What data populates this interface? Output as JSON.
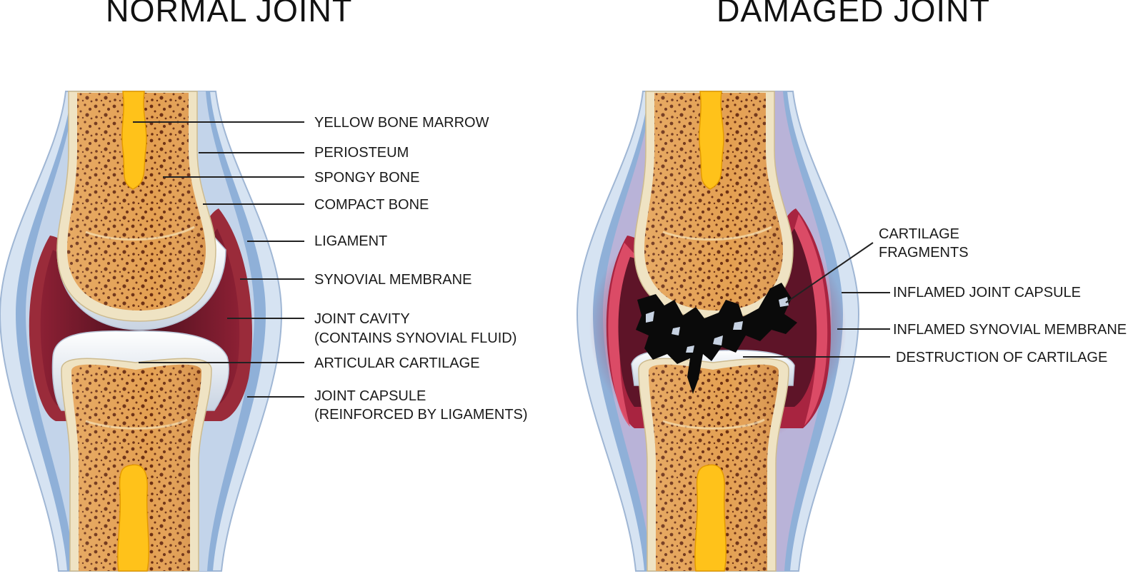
{
  "titles": {
    "normal": "NORMAL JOINT",
    "damaged": "DAMAGED JOINT"
  },
  "normal_labels": {
    "yellow_bone_marrow": "YELLOW BONE MARROW",
    "periosteum": "PERIOSTEUM",
    "spongy_bone": "SPONGY BONE",
    "compact_bone": "COMPACT BONE",
    "ligament": "LIGAMENT",
    "synovial_membrane": "SYNOVIAL MEMBRANE",
    "joint_cavity": "JOINT CAVITY",
    "joint_cavity_note": "(CONTAINS SYNOVIAL FLUID)",
    "articular_cartilage": "ARTICULAR CARTILAGE",
    "joint_capsule": "JOINT CAPSULE",
    "joint_capsule_note": "(REINFORCED BY LIGAMENTS)"
  },
  "damaged_labels": {
    "cartilage": "CARTILAGE",
    "fragments": "FRAGMENTS",
    "inflamed_joint_capsule": "INFLAMED JOINT CAPSULE",
    "inflamed_synovial_membrane": "INFLAMED SYNOVIAL MEMBRANE",
    "destruction_of_cartilage": "DESTRUCTION OF CARTILAGE"
  },
  "colors": {
    "outer_capsule": "#d6e3f2",
    "ligament_blue": "#8fb0d8",
    "synovial_red": "#9a2b3a",
    "joint_cavity": "#5a1424",
    "compact_bone": "#efe3c3",
    "spongy_bone": "#e4a052",
    "bone_marrow": "#ffc21a",
    "cartilage": "#e4ebf3",
    "inflamed_red": "#d83a55",
    "destruction": "#0a0a0a"
  }
}
